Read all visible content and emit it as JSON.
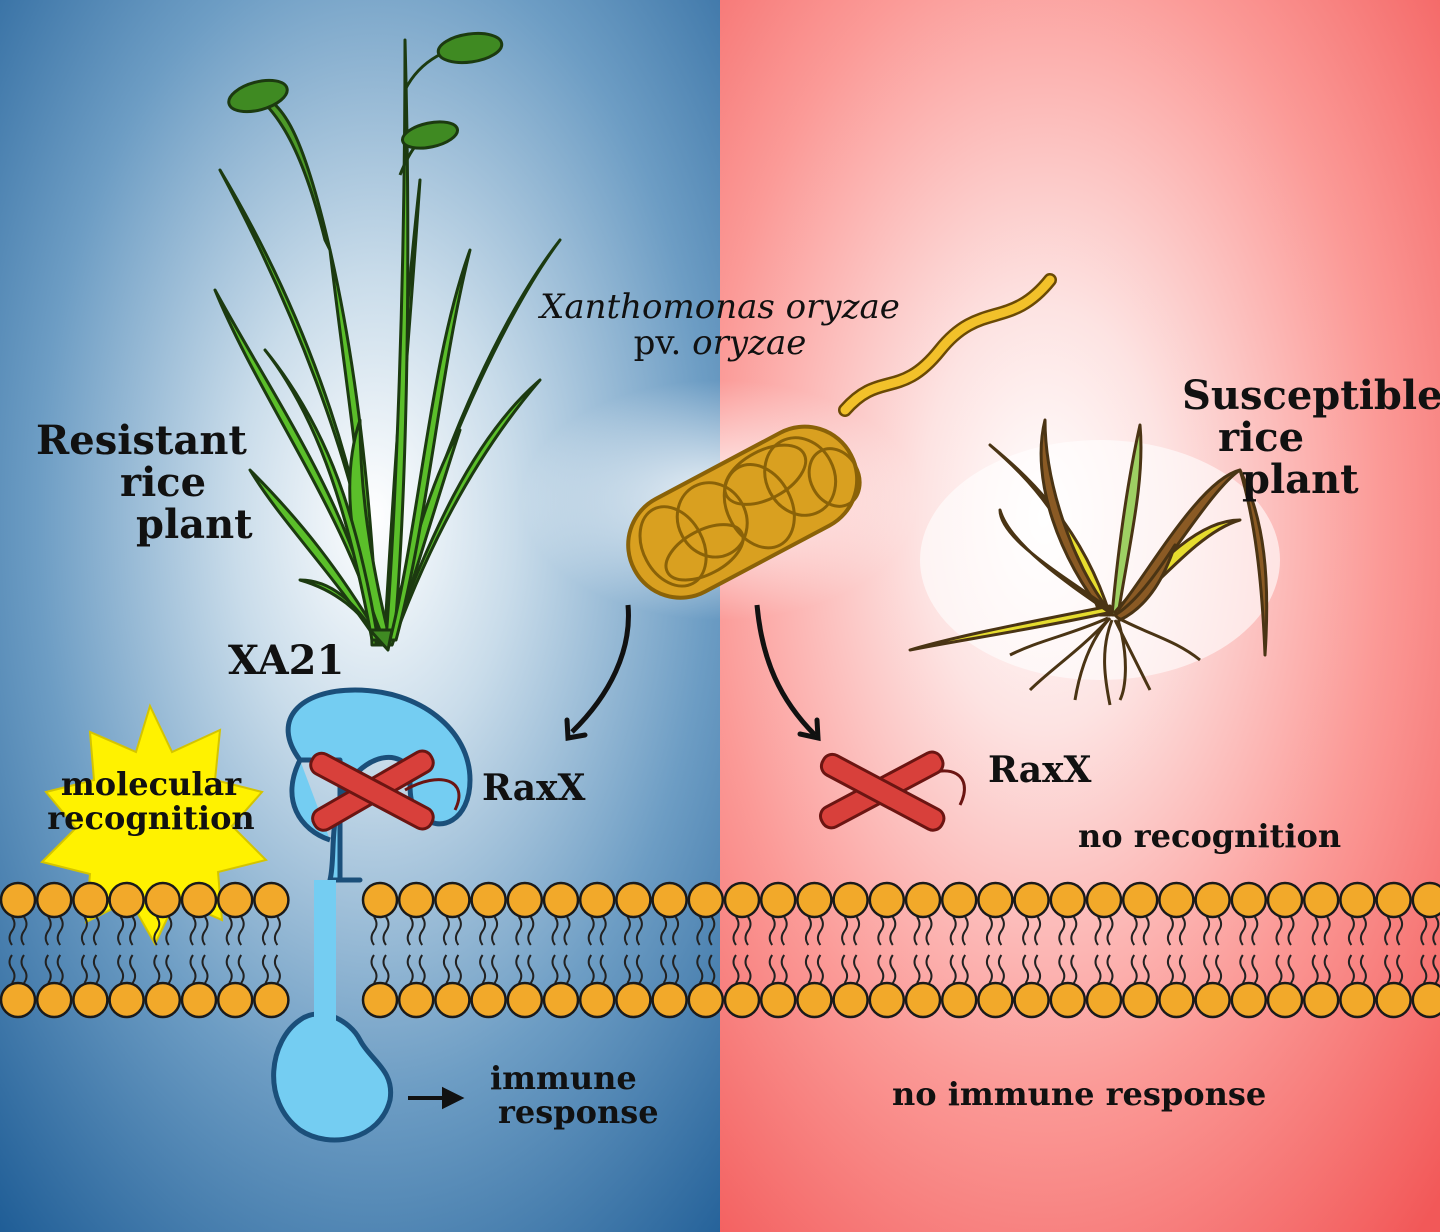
{
  "labels": {
    "resistant_plant": [
      "Resistant",
      "rice",
      "plant"
    ],
    "susceptible_plant": [
      "Susceptible",
      "rice",
      "plant"
    ],
    "bacterium_name_line1": "Xanthomonas oryzae",
    "bacterium_name_line2_prefix": "pv.",
    "bacterium_name_line2_italic": "oryzae",
    "receptor": "XA21",
    "ligand_left": "RaxX",
    "ligand_right": "RaxX",
    "recognition": [
      "molecular",
      "recognition"
    ],
    "no_recognition": "no recognition",
    "immune_response": [
      "immune",
      "response"
    ],
    "no_immune_response": "no immune response"
  },
  "colors": {
    "left_background": "#1f5d96",
    "right_background": "#f25858",
    "membrane_head": "#f2a92a",
    "receptor": "#74cdf2",
    "ligand": "#d8403b",
    "burst": "#fff200",
    "bacterium": "#d9a020",
    "healthy_leaf": "#5bbf2a",
    "wilted_leaf": "#e6dc2e"
  }
}
